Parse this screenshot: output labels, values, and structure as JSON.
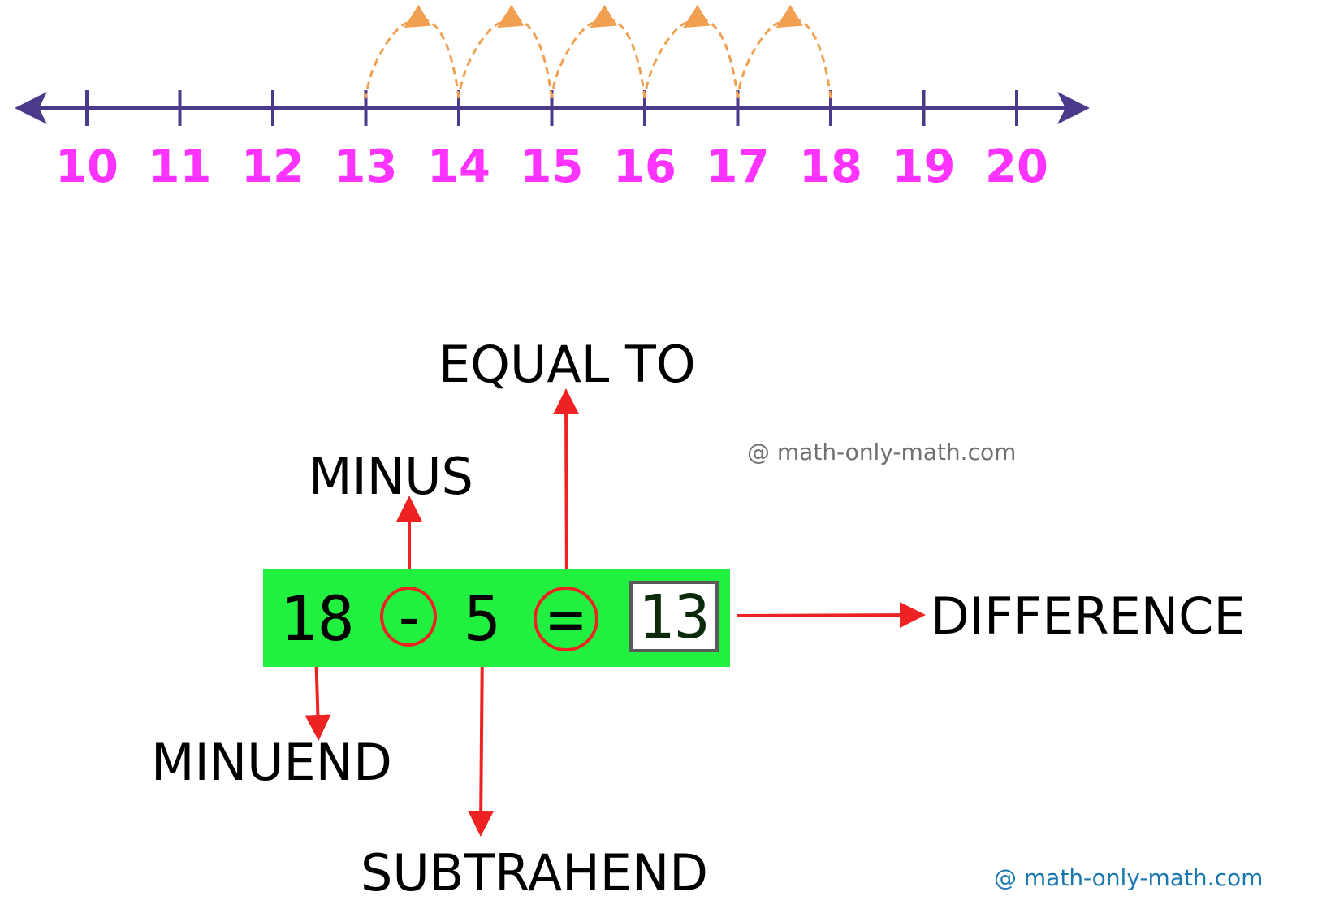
{
  "number_line": {
    "ticks": [
      10,
      11,
      12,
      13,
      14,
      15,
      16,
      17,
      18,
      19,
      20
    ],
    "jumps": [
      18,
      17,
      16,
      15,
      14,
      13
    ],
    "colors": {
      "line": "#4b3a8c",
      "ticks_text": "#ff33ff",
      "jumps": "#f0a050"
    }
  },
  "equation": {
    "minuend": "18",
    "minus_sign": "-",
    "subtrahend": "5",
    "equals_sign": "=",
    "difference": "13",
    "colors": {
      "box": "#22f040",
      "arrows": "#ee2222"
    }
  },
  "labels": {
    "equal_to": "EQUAL TO",
    "minus": "MINUS",
    "difference": "DIFFERENCE",
    "minuend": "MINUEND",
    "subtrahend": "SUBTRAHEND"
  },
  "watermarks": {
    "top": "@ math-only-math.com",
    "bottom": "@ math-only-math.com"
  }
}
